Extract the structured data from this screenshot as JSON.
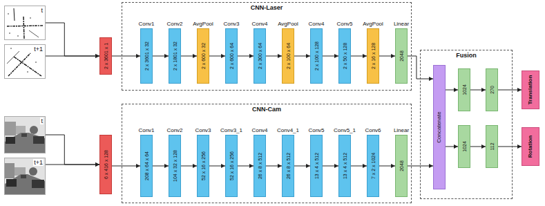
{
  "diagram": {
    "nodes": [
      {
        "text": [
          "t"
        ]
      },
      {
        "text": [
          "t+1"
        ]
      },
      {
        "text": [
          "2 x 3601 x 1"
        ]
      },
      {
        "text": [
          "CNN-Laser"
        ]
      },
      {
        "text": [
          "Conv1",
          "2 x 3601 x 32"
        ],
        "in": 3
      },
      {
        "text": [
          "Conv2",
          "2 x 1801 x 32"
        ],
        "in": 3
      },
      {
        "text": [
          "AvgPool",
          "2 x 600 x 32"
        ],
        "in": 3
      },
      {
        "text": [
          "Conv3",
          "2 x 600 x 64"
        ],
        "in": 3
      },
      {
        "text": [
          "Conv4",
          "2 x 300 x 64"
        ],
        "in": 3
      },
      {
        "text": [
          "AvgPool",
          "2 x 100 x 64"
        ],
        "in": 3
      },
      {
        "text": [
          "Conv4",
          "2 x 100 x 128"
        ],
        "in": 3
      },
      {
        "text": [
          "Conv5",
          "2 x 50 x 128"
        ],
        "in": 3
      },
      {
        "text": [
          "AvgPool",
          "2 x 16 x 128"
        ],
        "in": 3
      },
      {
        "text": [
          "Linear",
          "2048"
        ],
        "in": 3
      },
      {
        "text": [
          "t"
        ]
      },
      {
        "text": [
          "t+1"
        ]
      },
      {
        "text": [
          "6 x 416 x 128"
        ]
      },
      {
        "text": [
          "CNN-Cam"
        ]
      },
      {
        "text": [
          "Conv1",
          "208 x 64 x 64"
        ],
        "in": 17
      },
      {
        "text": [
          "Conv2",
          "104 x 32 x 128"
        ],
        "in": 17
      },
      {
        "text": [
          "Conv3",
          "52 x 16 x 256"
        ],
        "in": 17
      },
      {
        "text": [
          "Conv3_1",
          "52 x 16 x 256"
        ],
        "in": 17
      },
      {
        "text": [
          "Conv4",
          "26 x 8 x 512"
        ],
        "in": 17
      },
      {
        "text": [
          "Conv4_1",
          "26 x 8 x 512"
        ],
        "in": 17
      },
      {
        "text": [
          "Conv5",
          "13 x 4 x 512"
        ],
        "in": 17
      },
      {
        "text": [
          "Conv5_1",
          "13 x 4 x 512"
        ],
        "in": 17
      },
      {
        "text": [
          "Conv6",
          "7 x 2 x 1024"
        ],
        "in": 17
      },
      {
        "text": [
          "Linear",
          "2048"
        ],
        "in": 17
      },
      {
        "text": [
          "Fusion"
        ]
      },
      {
        "text": [
          "Concatenate"
        ],
        "in": 28
      },
      {
        "text": [
          "1024"
        ],
        "in": 28
      },
      {
        "text": [
          "270"
        ],
        "in": 28
      },
      {
        "text": [
          "1024"
        ],
        "in": 28
      },
      {
        "text": [
          "112"
        ],
        "in": 28
      },
      {
        "text": [
          "Translation"
        ]
      },
      {
        "text": [
          "Rotation"
        ]
      }
    ],
    "edges": [
      {
        "from": 0,
        "to": 2,
        "arrow": "to"
      },
      {
        "from": 1,
        "to": 2,
        "arrow": "to"
      },
      {
        "from": 2,
        "to": 4,
        "arrow": "to"
      },
      {
        "from": 4,
        "to": 5,
        "arrow": "to"
      },
      {
        "from": 5,
        "to": 6,
        "arrow": "to"
      },
      {
        "from": 6,
        "to": 7,
        "arrow": "to"
      },
      {
        "from": 7,
        "to": 8,
        "arrow": "to"
      },
      {
        "from": 8,
        "to": 9,
        "arrow": "to"
      },
      {
        "from": 9,
        "to": 10,
        "arrow": "to"
      },
      {
        "from": 10,
        "to": 11,
        "arrow": "to"
      },
      {
        "from": 11,
        "to": 12,
        "arrow": "to"
      },
      {
        "from": 12,
        "to": 13,
        "arrow": "to"
      },
      {
        "from": 13,
        "to": 29,
        "arrow": "to"
      },
      {
        "from": 14,
        "to": 16,
        "arrow": "to"
      },
      {
        "from": 15,
        "to": 16,
        "arrow": "to"
      },
      {
        "from": 16,
        "to": 18,
        "arrow": "to"
      },
      {
        "from": 18,
        "to": 19,
        "arrow": "to"
      },
      {
        "from": 19,
        "to": 20,
        "arrow": "to"
      },
      {
        "from": 20,
        "to": 21,
        "arrow": "to"
      },
      {
        "from": 21,
        "to": 22,
        "arrow": "to"
      },
      {
        "from": 22,
        "to": 23,
        "arrow": "to"
      },
      {
        "from": 23,
        "to": 24,
        "arrow": "to"
      },
      {
        "from": 24,
        "to": 25,
        "arrow": "to"
      },
      {
        "from": 25,
        "to": 26,
        "arrow": "to"
      },
      {
        "from": 26,
        "to": 27,
        "arrow": "to"
      },
      {
        "from": 27,
        "to": 29,
        "arrow": "to"
      },
      {
        "from": 29,
        "to": 30,
        "arrow": "to"
      },
      {
        "from": 30,
        "to": 31,
        "arrow": "to"
      },
      {
        "from": 31,
        "to": 34,
        "arrow": "to"
      },
      {
        "from": 29,
        "to": 32,
        "arrow": "to"
      },
      {
        "from": 32,
        "to": 33,
        "arrow": "to"
      },
      {
        "from": 33,
        "to": 35,
        "arrow": "to"
      }
    ]
  }
}
